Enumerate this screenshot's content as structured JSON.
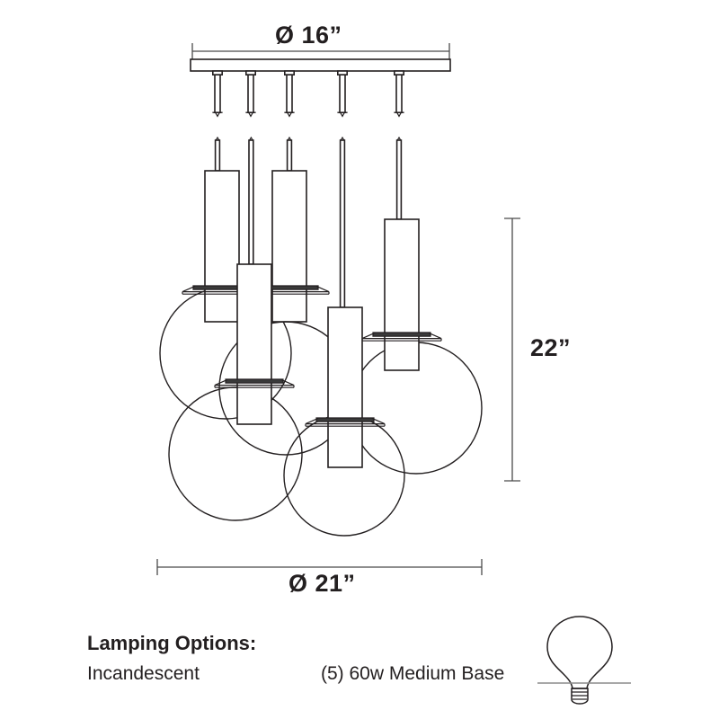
{
  "drawing": {
    "title": "Multi-pendant globe chandelier dimensional drawing",
    "line_color": "#231f20",
    "fill_color": "#ffffff",
    "disc_color": "#231f20",
    "dimensions": {
      "top_width": {
        "label": "Ø 16”",
        "value": 16,
        "unit": "in",
        "name": "canopy-diameter"
      },
      "bottom_width": {
        "label": "Ø 21”",
        "value": 21,
        "unit": "in",
        "name": "overall-spread-diameter"
      },
      "right_height": {
        "label": "22”",
        "value": 22,
        "unit": "in",
        "name": "overall-height"
      }
    },
    "pendant_count": 5,
    "globe_count": 5
  },
  "lamping": {
    "title": "Lamping Options:",
    "type": "Incandescent",
    "spec": "(5) 60w Medium Base",
    "bulb_icon": "light-bulb-icon"
  }
}
